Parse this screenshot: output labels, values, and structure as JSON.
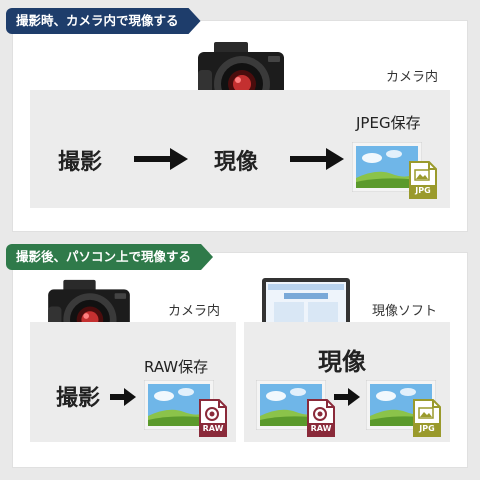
{
  "section1": {
    "tag": "撮影時、カメラ内で現像する",
    "location_caption": "カメラ内",
    "step_shoot": "撮影",
    "step_develop": "現像",
    "output_caption": "JPEG保存",
    "output_badge": "JPG"
  },
  "section2": {
    "tag": "撮影後、パソコン上で現像する",
    "camera_caption": "カメラ内",
    "software_caption": "現像ソフト",
    "step_shoot": "撮影",
    "raw_caption": "RAW保存",
    "raw_badge": "RAW",
    "step_develop": "現像",
    "raw_badge_2": "RAW",
    "output_badge": "JPG"
  },
  "colors": {
    "section1_tag": "#1e3d6b",
    "section2_tag": "#2f7a4a",
    "jpg_badge": "#9a9a2c",
    "raw_badge": "#8a2a3a"
  }
}
